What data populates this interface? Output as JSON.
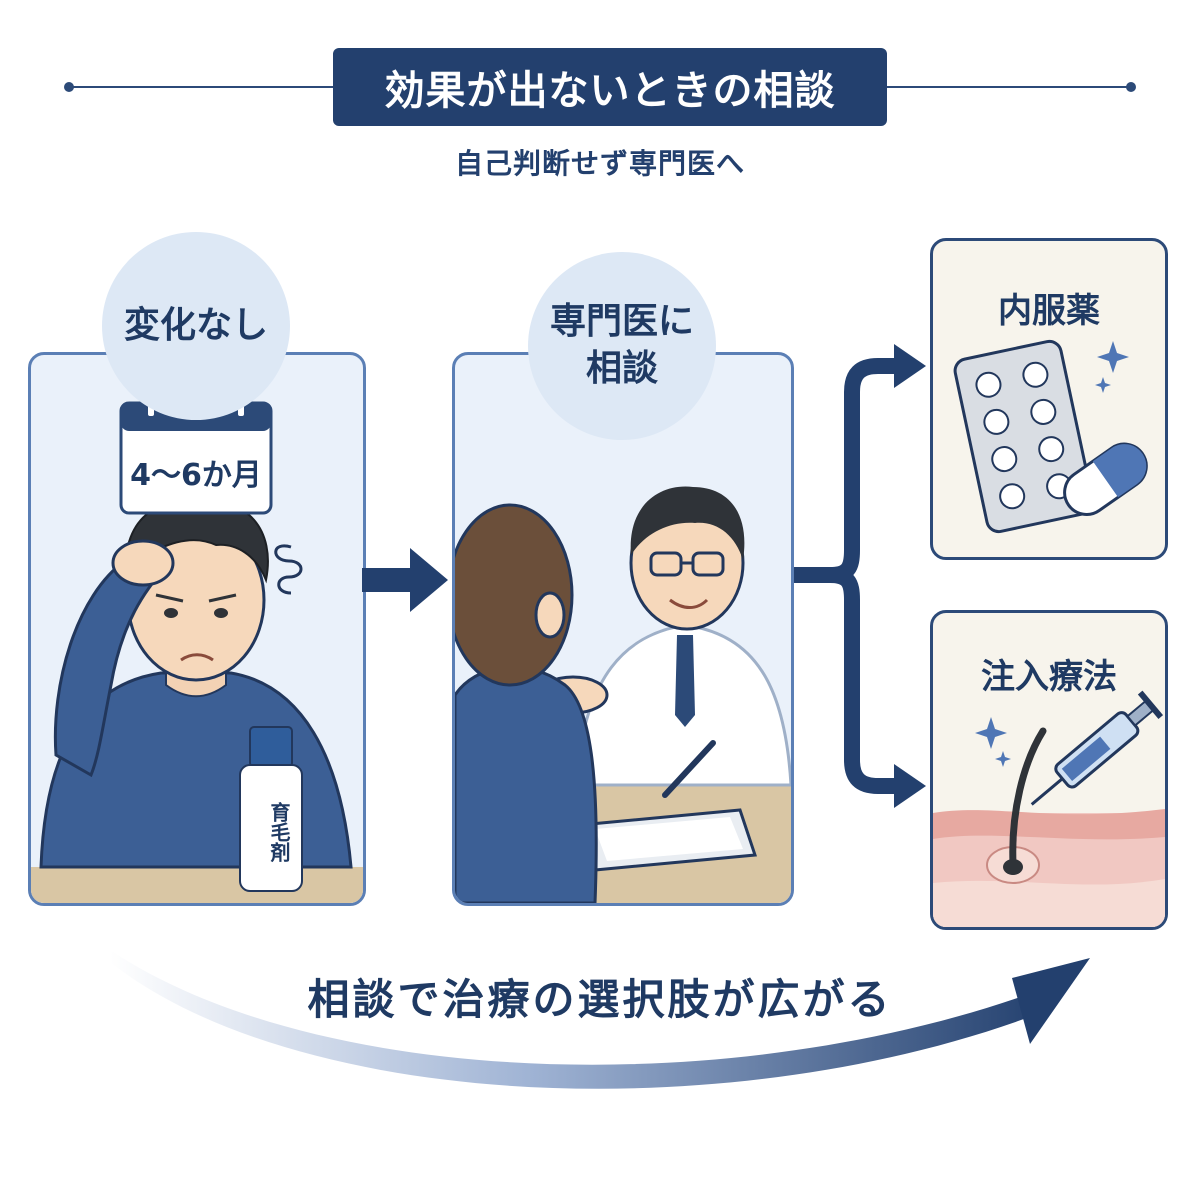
{
  "header": {
    "title": "効果が出ないときの相談",
    "subtitle": "自己判断せず専門医へ"
  },
  "step1": {
    "label": "変化なし",
    "calendar_text": "4〜6か月",
    "bottle_label": "育毛剤"
  },
  "step2": {
    "label_line1": "専門医に",
    "label_line2": "相談"
  },
  "options": [
    {
      "label": "内服薬"
    },
    {
      "label": "注入療法"
    }
  ],
  "footer": {
    "text": "相談で治療の選択肢が広がる"
  },
  "colors": {
    "navy": "#23406e",
    "panel_border": "#5b7fb5",
    "panel_bg": "#eaf1fa",
    "card_bg": "#f7f4ec"
  }
}
